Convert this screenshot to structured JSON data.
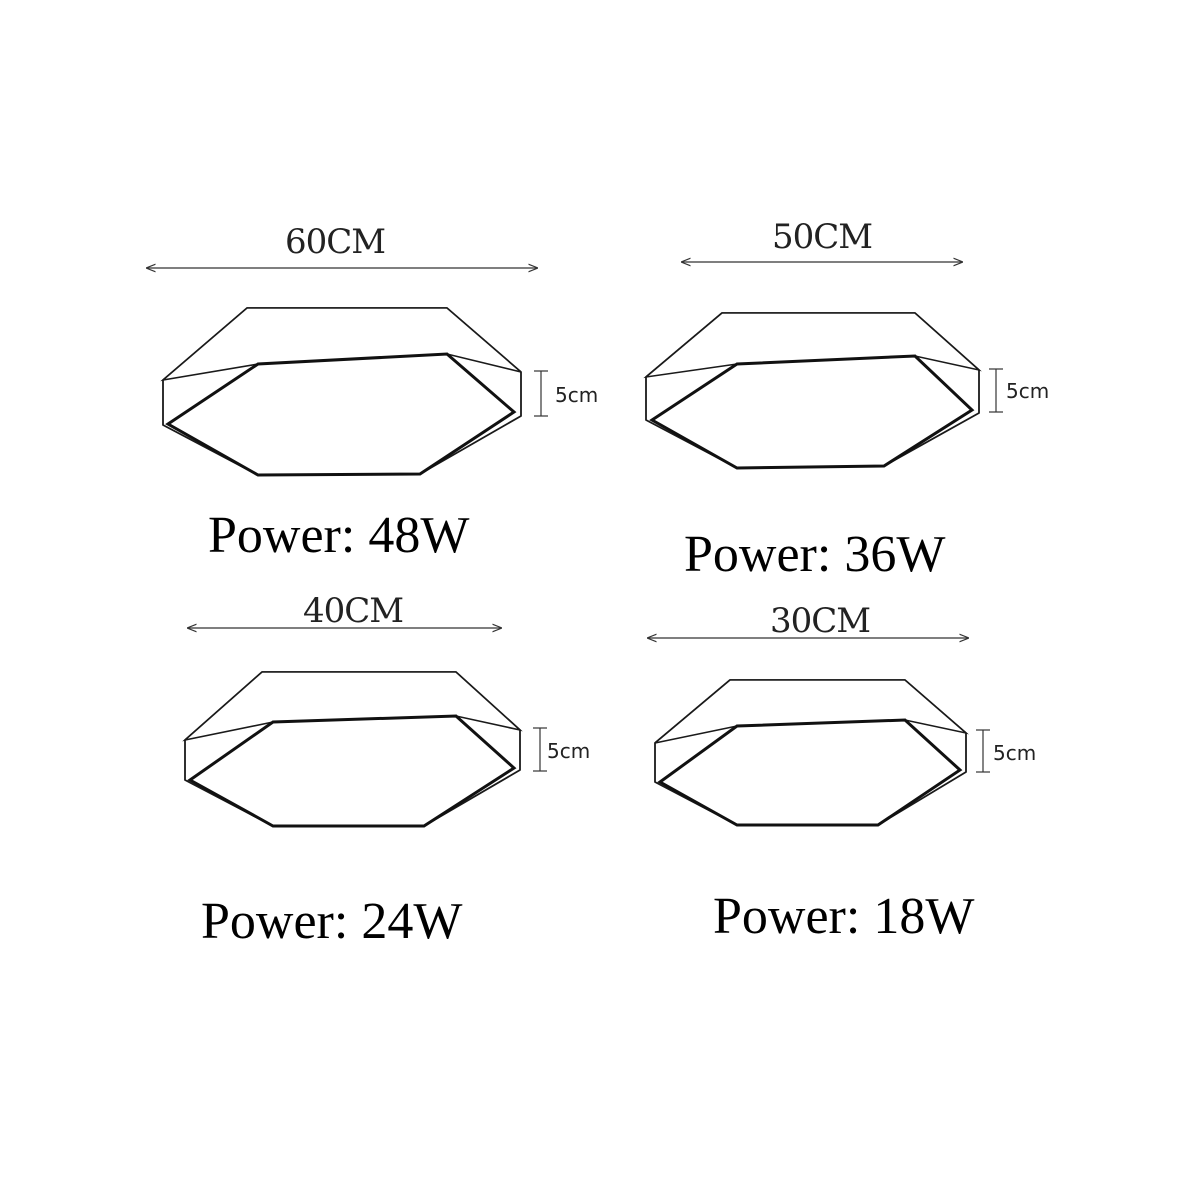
{
  "lamps": [
    {
      "width_label": "60CM",
      "height_label": "5cm",
      "power_label": "Power: 48W"
    },
    {
      "width_label": "50CM",
      "height_label": "5cm",
      "power_label": "Power: 36W"
    },
    {
      "width_label": "40CM",
      "height_label": "5cm",
      "power_label": "Power: 24W"
    },
    {
      "width_label": "30CM",
      "height_label": "5cm",
      "power_label": "Power: 18W"
    }
  ]
}
